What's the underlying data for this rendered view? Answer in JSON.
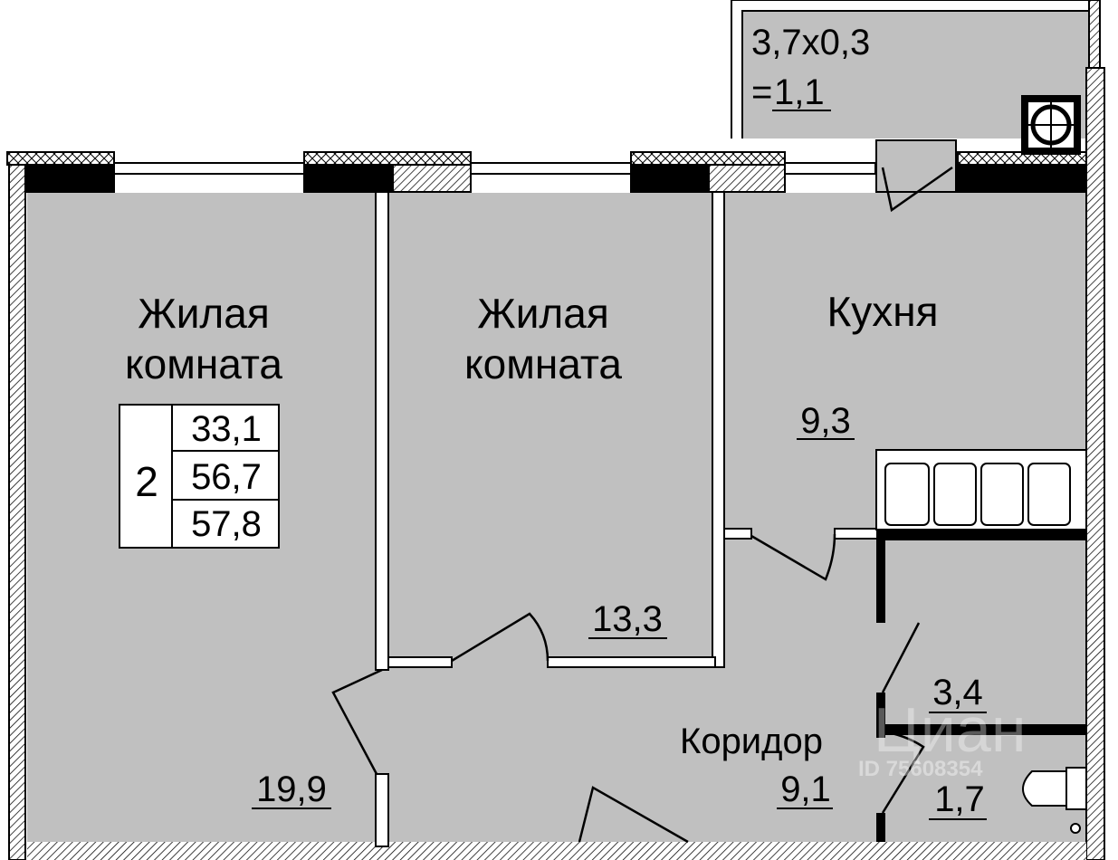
{
  "rooms": {
    "living1": {
      "name_line1": "Жилая",
      "name_line2": "комната",
      "area": "19,9"
    },
    "living2": {
      "name_line1": "Жилая",
      "name_line2": "комната",
      "area": "13,3"
    },
    "kitchen": {
      "name": "Кухня",
      "area": "9,3"
    },
    "corridor": {
      "name": "Коридор",
      "area": "9,1"
    },
    "bathroom": {
      "area": "3,4"
    },
    "toilet": {
      "area": "1,7"
    },
    "balcony": {
      "dimensions": "3,7x0,3",
      "area_prefix": "=",
      "area": "1,1"
    }
  },
  "summary": {
    "room_count": "2",
    "living_area": "33,1",
    "total_area": "56,7",
    "total_with_balcony": "57,8"
  },
  "watermark": {
    "brand": "Циан",
    "id": "ID 75608354"
  },
  "colors": {
    "floor": "#c0c0c0",
    "wall": "#000000"
  }
}
